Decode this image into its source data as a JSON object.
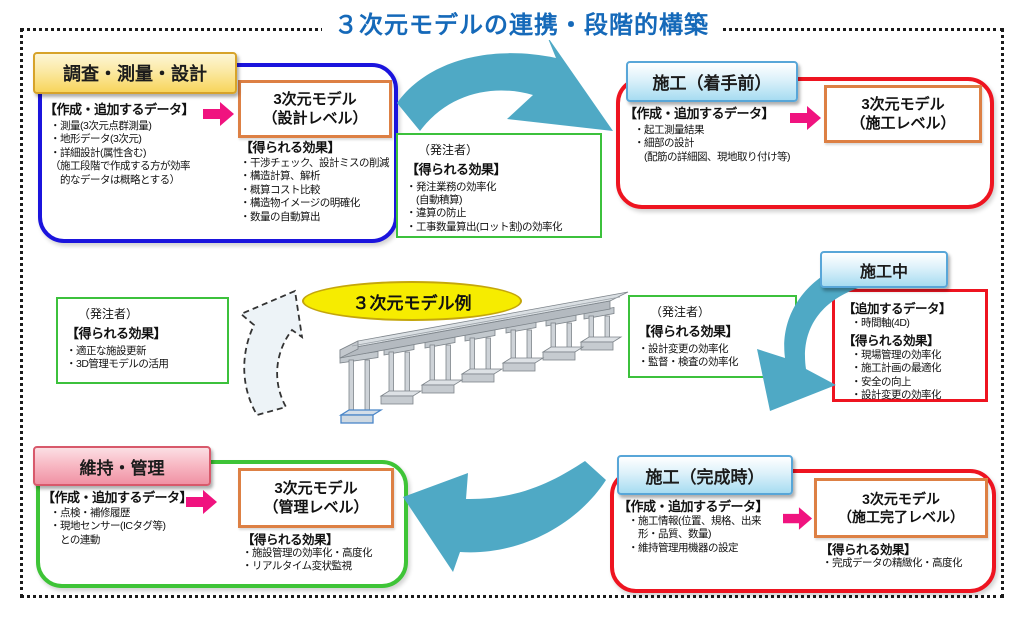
{
  "title": "３次元モデルの連携・段階的構築",
  "center": {
    "model_example_label": "３次元モデル例"
  },
  "sections": {
    "survey": {
      "tab": "調査・測量・設計",
      "data_heading": "【作成・追加するデータ】",
      "data_items": [
        "・測量(3次元点群測量)",
        "・地形データ(3次元)",
        "・詳細設計(属性含む)",
        "（施工段階で作成する方が効率",
        "　的なデータは概略とする）"
      ],
      "model_line1": "3次元モデル",
      "model_line2": "（設計レベル）",
      "effect_heading": "【得られる効果】",
      "effect_items": [
        "・干渉チェック、設計ミスの削減",
        "・構造計算、解析",
        "・概算コスト比較",
        "・構造物イメージの明確化",
        "・数量の自動算出"
      ]
    },
    "pre": {
      "tab": "施工（着手前）",
      "data_heading": "【作成・追加するデータ】",
      "data_items": [
        "・起工測量結果",
        "・細部の設計",
        "　(配筋の詳細図、現地取り付け等)"
      ],
      "model_line1": "3次元モデル",
      "model_line2": "（施工レベル）"
    },
    "during": {
      "tab": "施工中",
      "add_heading": "【追加するデータ】",
      "add_items": [
        "・時間軸(4D)"
      ],
      "effect_heading": "【得られる効果】",
      "effect_items": [
        "・現場管理の効率化",
        "・施工計画の最適化",
        "・安全の向上",
        "・設計変更の効率化"
      ]
    },
    "done": {
      "tab": "施工（完成時）",
      "data_heading": "【作成・追加するデータ】",
      "data_items": [
        "・施工情報(位置、規格、出来",
        "　形・品質、数量)",
        "・維持管理用機器の設定"
      ],
      "model_line1": "3次元モデル",
      "model_line2": "（施工完了レベル）",
      "effect_heading": "【得られる効果】",
      "effect_items": [
        "・完成データの精緻化・高度化"
      ]
    },
    "maintenance": {
      "tab": "維持・管理",
      "data_heading": "【作成・追加するデータ】",
      "data_items": [
        "・点検・補修履歴",
        "・現地センサー(ICタグ等)",
        "　との連動"
      ],
      "model_line1": "3次元モデル",
      "model_line2": "（管理レベル）",
      "effect_heading": "【得られる効果】",
      "effect_items": [
        "・施設管理の効率化・高度化",
        "・リアルタイム変状監視"
      ]
    }
  },
  "orderer_boxes": {
    "design": {
      "who": "（発注者）",
      "heading": "【得られる効果】",
      "items": [
        "・発注業務の効率化",
        "　(自動積算)",
        "・違算の防止",
        "・工事数量算出(ロット割)の効率化"
      ]
    },
    "supervision": {
      "who": "（発注者）",
      "heading": "【得られる効果】",
      "items": [
        "・設計変更の効率化",
        "・監督・検査の効率化"
      ]
    },
    "renewal": {
      "who": "（発注者）",
      "heading": "【得られる効果】",
      "items": [
        "・適正な施設更新",
        "・3D管理モデルの活用"
      ]
    }
  },
  "colors": {
    "title_blue": "#1569b9",
    "flow_arrow_teal": "#4fa9c5",
    "process_arrow_pink": "#f0137f",
    "survey_border_blue": "#1b14dd",
    "construction_border_red": "#ee1420",
    "maintenance_border_green": "#3ec437",
    "effects_box_green": "#3cc13c",
    "model_box_orange": "#dd8044",
    "model_example_yellow": "#f6ec00"
  }
}
